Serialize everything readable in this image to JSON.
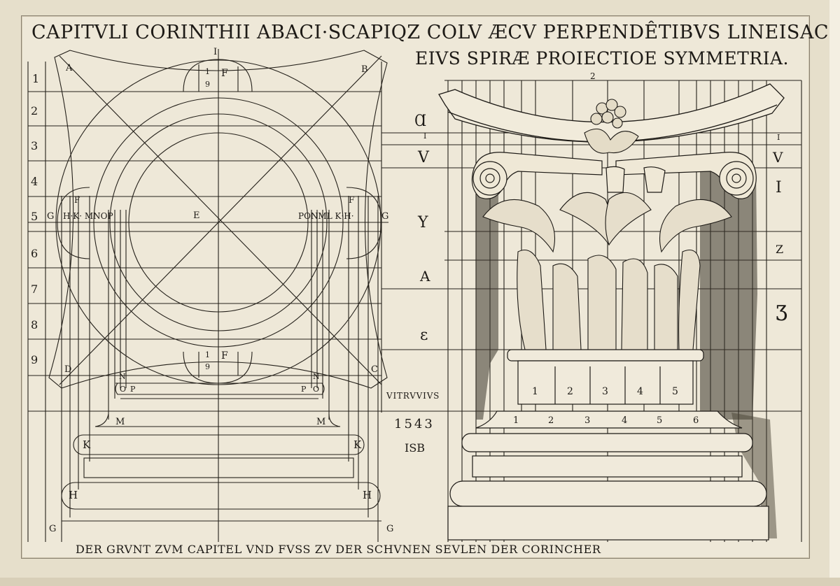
{
  "title": {
    "line1": "CAPITVLI CORINTHII ABACI·SCAPIQZ COLV ÆCV PERPENDÊTIBVS LINEISAC",
    "line2": "EIVS SPIRÆ PROIECTIOE SYMMETRIA."
  },
  "footer": "DER GRVNT ZVM CAPITEL VND FVSS ZV DER SCHVNEN SEVLEN DER CORINCHER",
  "inscription": {
    "author": "VITRVVIVS",
    "year": "1543",
    "monogram": "ISB"
  },
  "left_scale": [
    "1",
    "2",
    "3",
    "4",
    "5",
    "6",
    "7",
    "8",
    "9"
  ],
  "top_marks": {
    "left": "I",
    "right": "2"
  },
  "plan_letters": {
    "a": "A",
    "b": "B",
    "c": "C",
    "d": "D",
    "e": "E",
    "f": "F",
    "g": "G",
    "h": "H",
    "k": "K",
    "m": "M",
    "n": "N",
    "o": "O",
    "p": "P"
  },
  "plan_left_row": "H·K·   MNOP",
  "plan_right_row": "PONML  K·H·",
  "fraction": {
    "num": "1",
    "den": "9"
  },
  "middle_column": [
    "Ɑ",
    "I",
    "V",
    "Y",
    "A",
    "ɛ"
  ],
  "right_column": [
    "I",
    "V",
    "I",
    "Z",
    "Ʒ"
  ],
  "capital_base_numbers": [
    "1",
    "2",
    "3",
    "4",
    "5"
  ],
  "plinth_numbers": [
    "1",
    "2",
    "3",
    "4",
    "5",
    "6"
  ]
}
